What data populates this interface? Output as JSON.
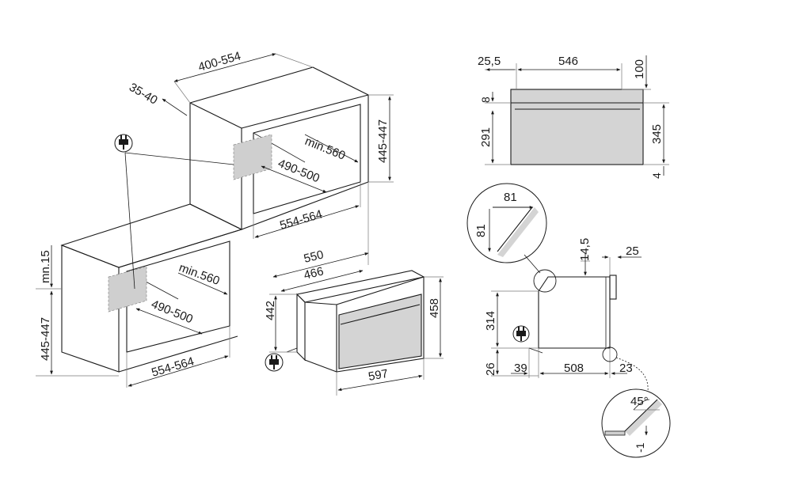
{
  "colors": {
    "line": "#1a1a1a",
    "shade": "#d4d4d4",
    "hatch": "#cfcfcf",
    "background": "#ffffff"
  },
  "icons": {
    "plug": "plug-icon"
  },
  "column_install": {
    "depth_niche": "400-554",
    "back_gap": "35-40",
    "height_niche": "445-447",
    "min_depth": "min.560",
    "depth_inner": "490-500",
    "width_niche": "554-564"
  },
  "undercounter_install": {
    "min_gap": "mn.15",
    "height_niche": "445-447",
    "min_depth": "min.560",
    "depth_inner": "490-500",
    "width_niche": "554-564"
  },
  "appliance": {
    "depth_total": "550",
    "depth_body": "466",
    "height_body": "442",
    "height_front": "458",
    "width_front": "597"
  },
  "side_view": {
    "front_offset": "25,5",
    "depth": "546",
    "top_offset": "100",
    "panel_top": "8",
    "body_height": "291",
    "total_height": "345",
    "bottom_offset": "4"
  },
  "section_view": {
    "detail_width": "81",
    "detail_height": "81",
    "top_gap": "14,5",
    "side_gap": "25",
    "inner_height": "314",
    "bottom_height": "26",
    "left_offset": "39",
    "inner_width": "508",
    "right_offset": "23",
    "angle": "45°",
    "tolerance": "-1"
  }
}
